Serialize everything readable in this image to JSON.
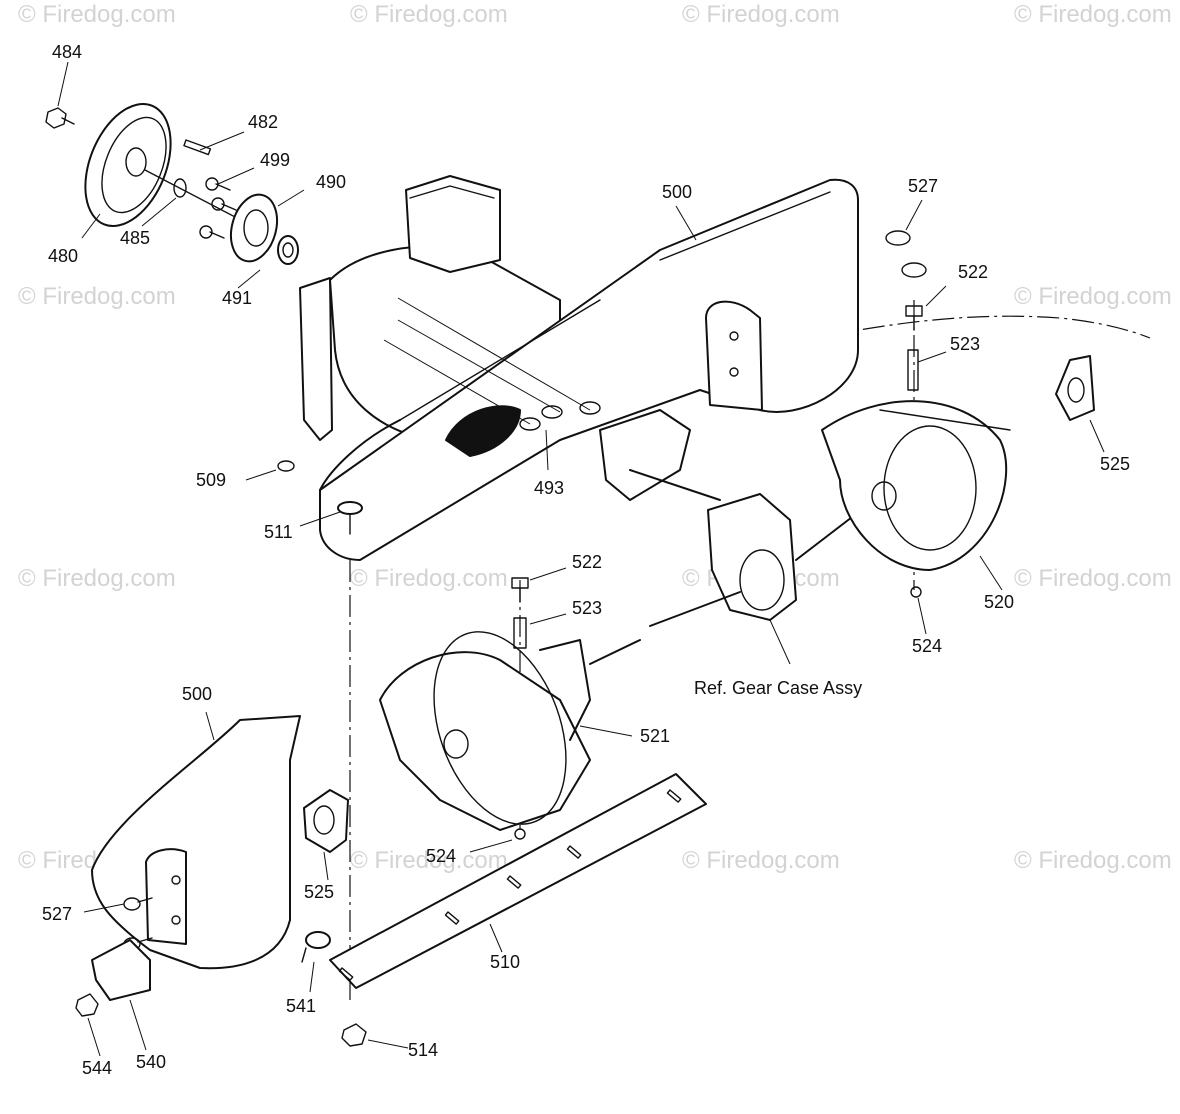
{
  "watermark": "© Firedog.com",
  "reference_note": "Ref. Gear Case Assy",
  "callouts": {
    "c484": "484",
    "c482": "482",
    "c499": "499",
    "c490": "490",
    "c480": "480",
    "c485": "485",
    "c491": "491",
    "c500_top": "500",
    "c527_top": "527",
    "c522_top": "522",
    "c523_top": "523",
    "c525_right": "525",
    "c509": "509",
    "c511": "511",
    "c493": "493",
    "c520": "520",
    "c524_right": "524",
    "c522_mid": "522",
    "c523_mid": "523",
    "c521": "521",
    "c500_bottom": "500",
    "c525_left": "525",
    "c524_mid": "524",
    "c527_bottom": "527",
    "c510": "510",
    "c541": "541",
    "c514": "514",
    "c544": "544",
    "c540": "540"
  }
}
